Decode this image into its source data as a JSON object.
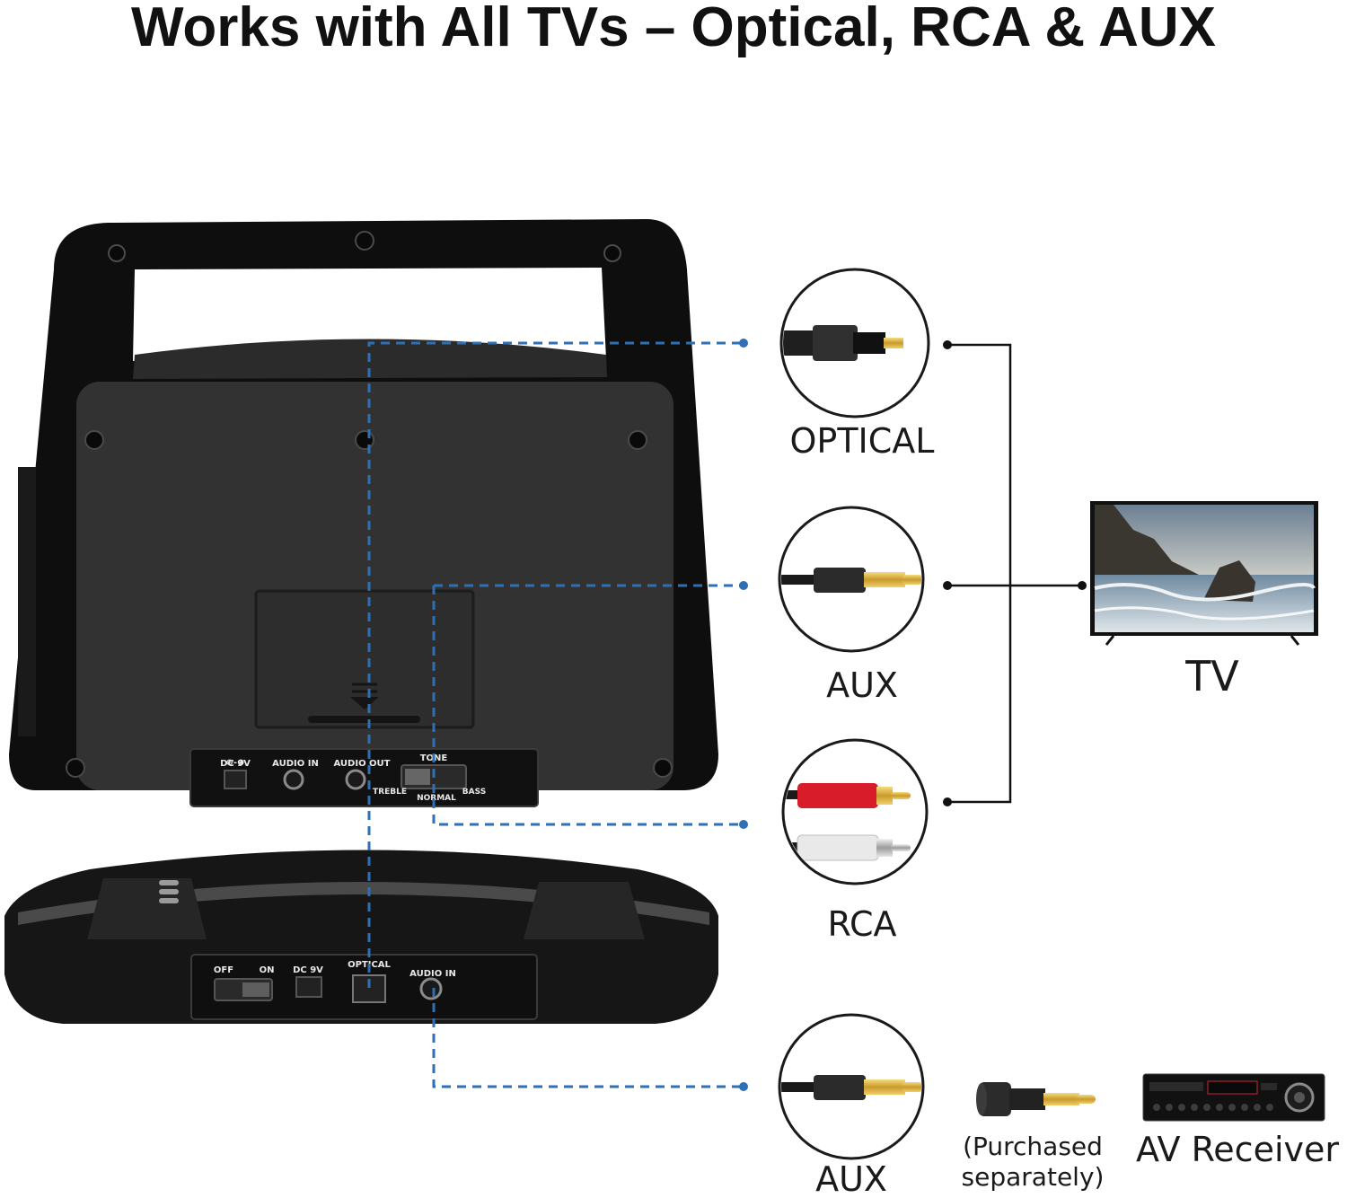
{
  "headline": "Works with All TVs – Optical, RCA & AUX",
  "options": [
    {
      "label": "OPTICAL"
    },
    {
      "label": "AUX"
    },
    {
      "label": "RCA"
    },
    {
      "label": "AUX"
    }
  ],
  "tv_label": "TV",
  "adapter_note": "(Purchased separately)",
  "adapter_note_line1": "(Purchased",
  "adapter_note_line2": "separately)",
  "receiver_label": "AV Receiver",
  "transmitter_ports": {
    "dc": "DC 9V",
    "audio_in": "AUDIO IN",
    "audio_out": "AUDIO OUT",
    "tone": "TONE",
    "treble": "TREBLE",
    "normal": "NORMAL",
    "bass": "BASS"
  },
  "base_ports": {
    "off": "OFF",
    "on": "ON",
    "dc": "DC 9V",
    "optical": "OPTICAL",
    "audio_in": "AUDIO IN"
  },
  "colors": {
    "connector_line": "#2f6fb5",
    "device": "#1c1c1c",
    "rca_red": "#d91c2a"
  }
}
